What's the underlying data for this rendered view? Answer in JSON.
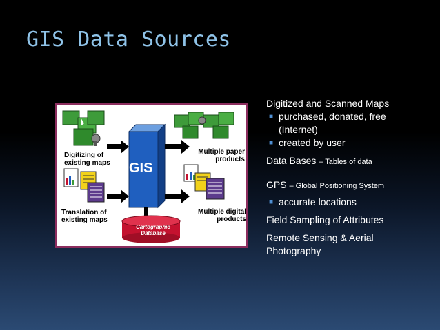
{
  "slide": {
    "title": "GIS Data Sources"
  },
  "diagram": {
    "label_digitizing": "Digitizing of existing maps",
    "label_translation": "Translation of existing maps",
    "label_paper": "Multiple paper products",
    "label_digital": "Multiple digital products",
    "label_gis": "GIS",
    "label_database": "Cartographic Database",
    "colors": {
      "frame": "#8c2d5e",
      "gis_box": "#1f5fbf",
      "database": "#c4122f",
      "map_green": "#3e9b3a",
      "doc_yellow": "#f2d21b",
      "doc_purple": "#5c3b8c"
    }
  },
  "content": {
    "s1_head": "Digitized and Scanned Maps",
    "s1_b1_line1": "purchased, donated, free",
    "s1_b1_line2": "(Internet)",
    "s1_b2": "created by user",
    "s2_head": "Data Bases",
    "s2_tail": "– Tables of data",
    "s3_head": "GPS",
    "s3_tail": "– Global Positioning System",
    "s3_b1": "accurate locations",
    "s4_head": "Field Sampling of Attributes",
    "s5_line1": "Remote Sensing & Aerial",
    "s5_line2": "Photography",
    "bullet_icon": "square-bullet-icon"
  }
}
